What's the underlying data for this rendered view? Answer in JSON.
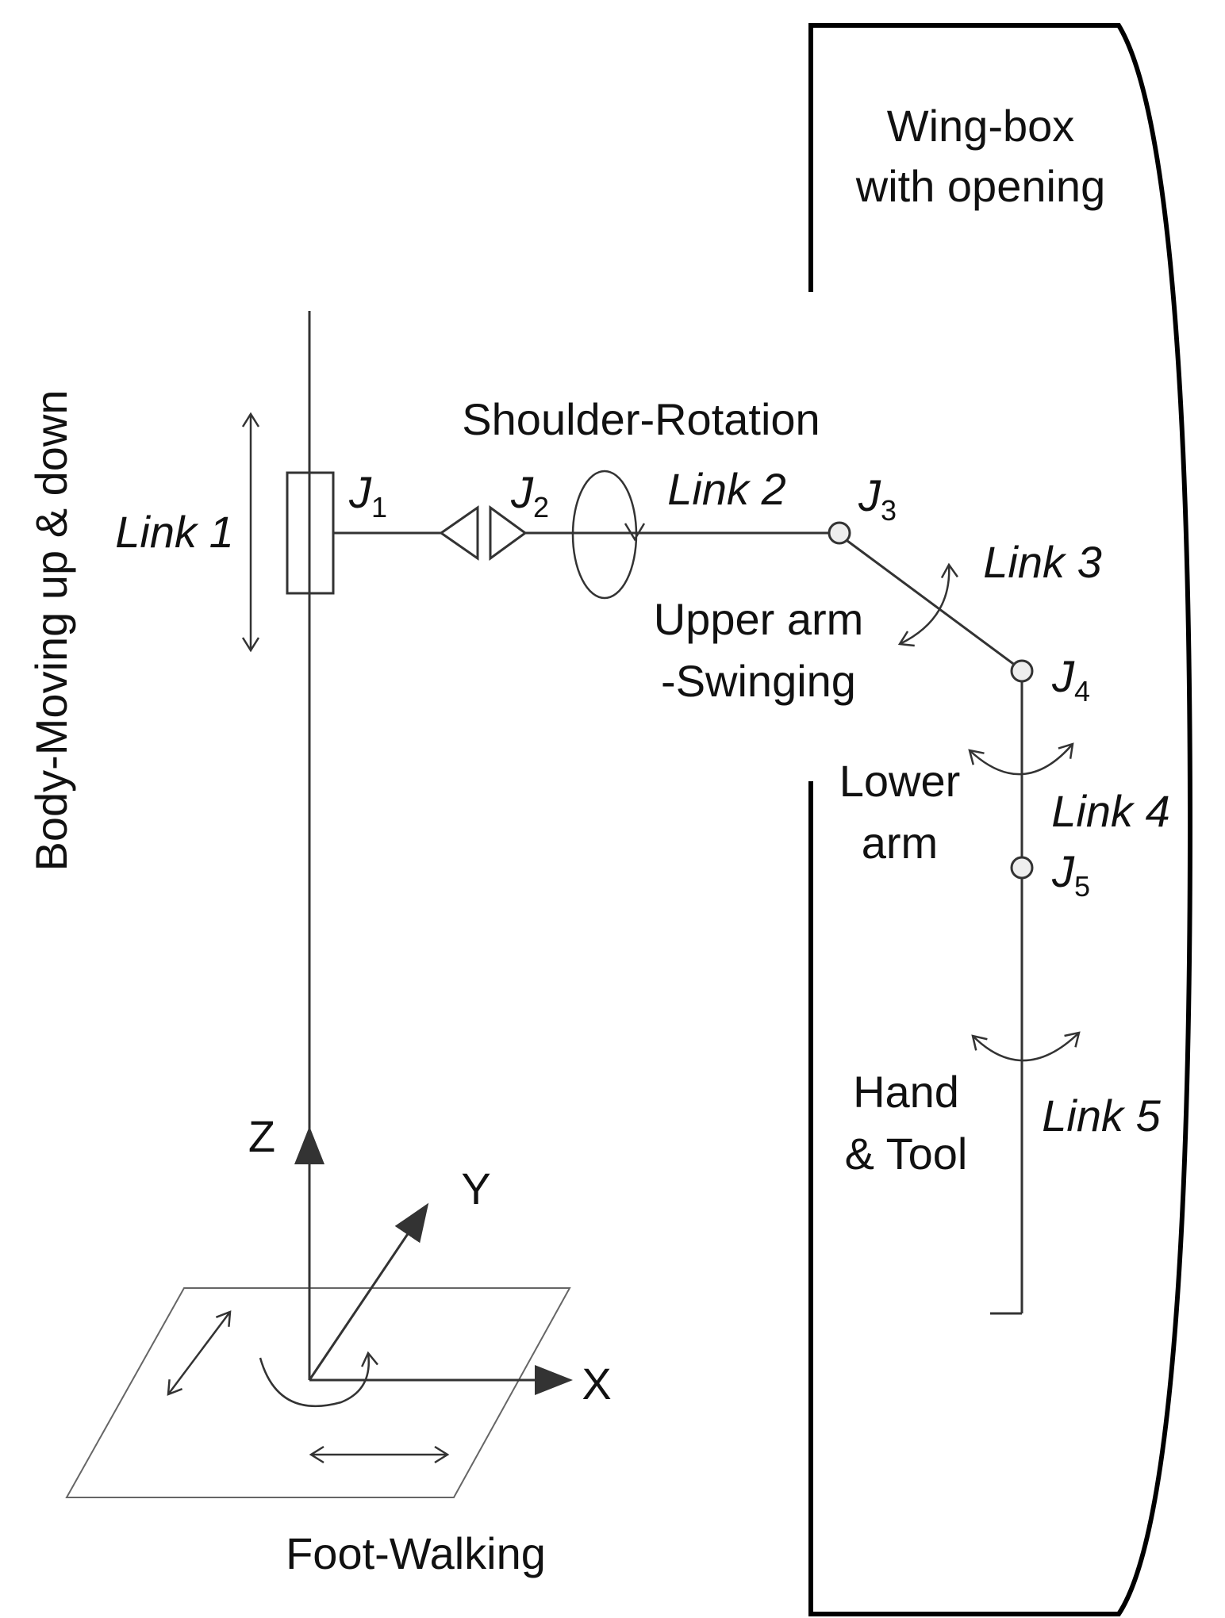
{
  "diagram": {
    "wingbox_label_line1": "Wing-box",
    "wingbox_label_line2": "with opening",
    "body_label": "Body-Moving up & down",
    "link1": "Link 1",
    "link2": "Link 2",
    "link3": "Link 3",
    "link4": "Link 4",
    "link5": "Link 5",
    "shoulder": "Shoulder-Rotation",
    "upper_arm_line1": "Upper arm",
    "upper_arm_line2": "-Swinging",
    "lower_arm_line1": "Lower",
    "lower_arm_line2": "arm",
    "hand_line1": "Hand",
    "hand_line2": "& Tool",
    "foot": "Foot-Walking",
    "axis_x": "X",
    "axis_y": "Y",
    "axis_z": "Z",
    "joints": [
      {
        "name": "J",
        "sub": "1"
      },
      {
        "name": "J",
        "sub": "2"
      },
      {
        "name": "J",
        "sub": "3"
      },
      {
        "name": "J",
        "sub": "4"
      },
      {
        "name": "J",
        "sub": "5"
      }
    ]
  }
}
